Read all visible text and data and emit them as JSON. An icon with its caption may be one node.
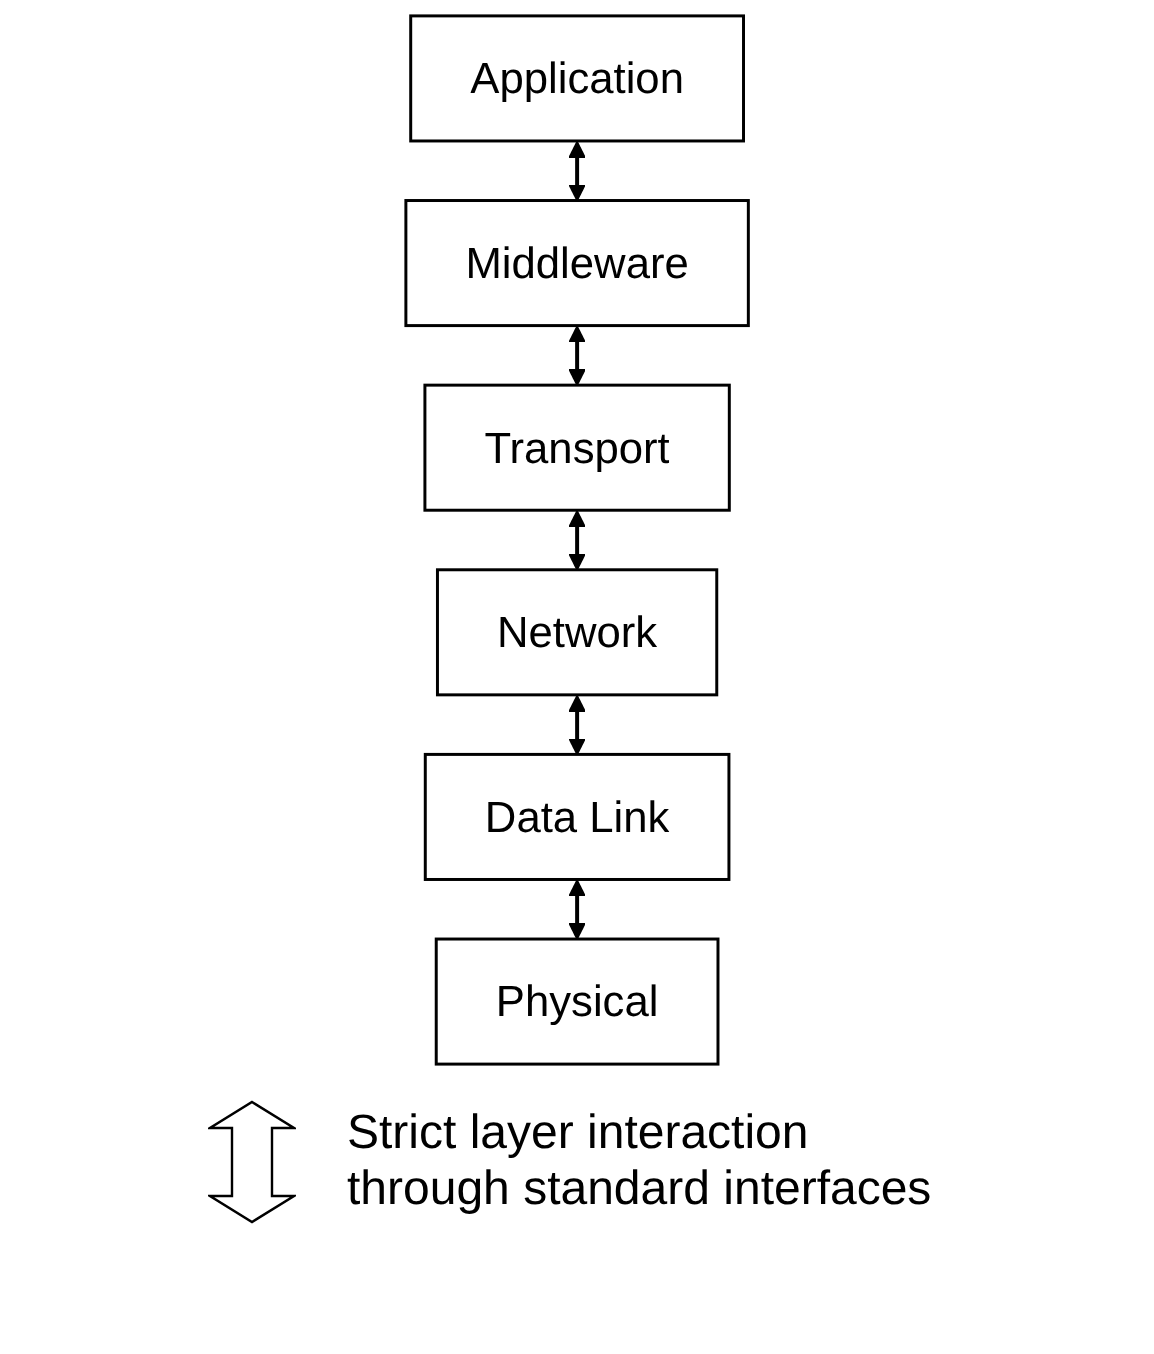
{
  "diagram": {
    "nodes": [
      {
        "text": [
          "Application"
        ]
      },
      {
        "text": [
          "Middleware"
        ]
      },
      {
        "text": [
          "Transport"
        ]
      },
      {
        "text": [
          "Network"
        ]
      },
      {
        "text": [
          "Data Link"
        ]
      },
      {
        "text": [
          "Physical"
        ]
      }
    ],
    "edges": [
      {
        "from": 0,
        "to": 1,
        "arrow": "both"
      },
      {
        "from": 1,
        "to": 2,
        "arrow": "both"
      },
      {
        "from": 2,
        "to": 3,
        "arrow": "both"
      },
      {
        "from": 3,
        "to": 4,
        "arrow": "both"
      },
      {
        "from": 4,
        "to": 5,
        "arrow": "both"
      }
    ],
    "legend": [
      {
        "text": "Strict layer interaction through standard interfaces"
      }
    ]
  }
}
